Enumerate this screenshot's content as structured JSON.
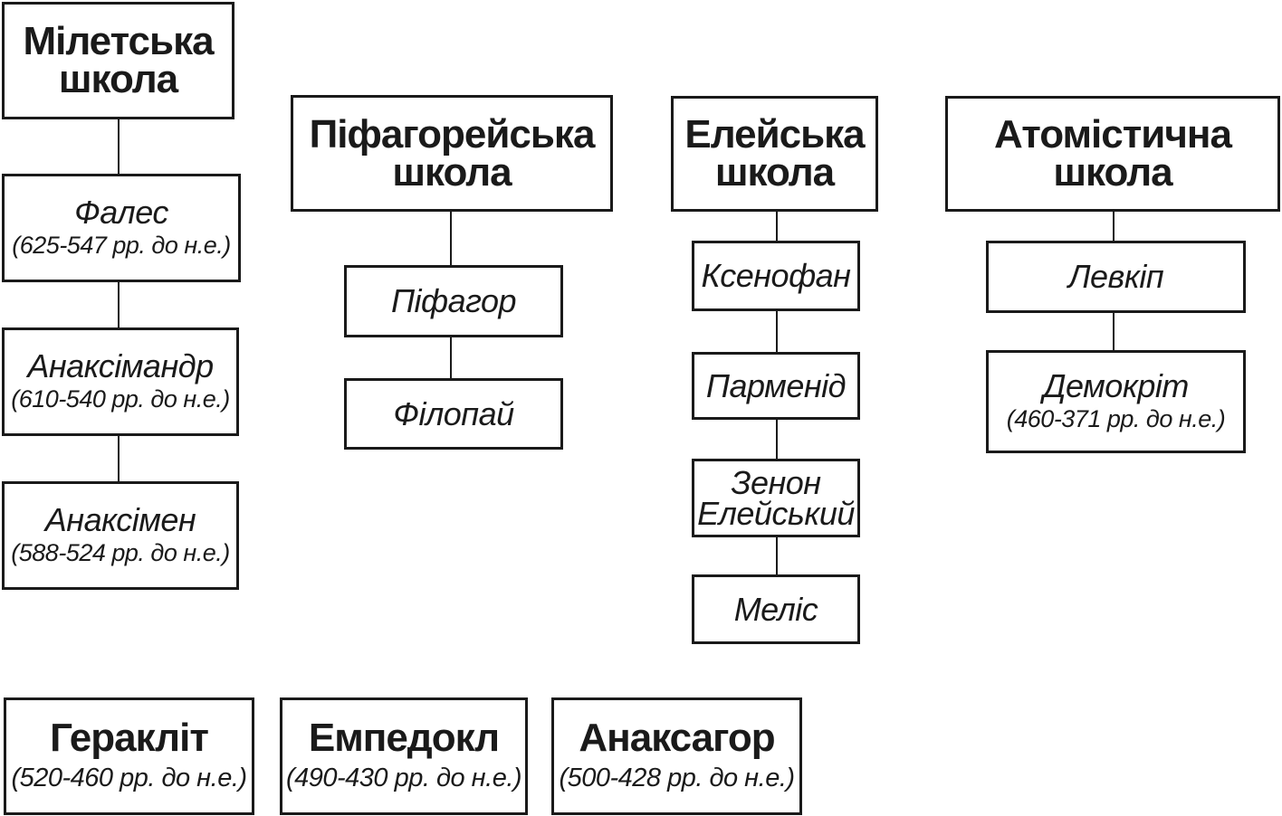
{
  "schools": {
    "miletus": {
      "title_lines": [
        "Мілетська",
        "школа"
      ],
      "members": [
        {
          "name": "Фалес",
          "dates": "(625-547 рр. до н.е.)"
        },
        {
          "name": "Анаксімандр",
          "dates": "(610-540 рр. до н.е.)"
        },
        {
          "name": "Анаксімен",
          "dates": "(588-524 рр. до н.е.)"
        }
      ]
    },
    "pythagorean": {
      "title_lines": [
        "Піфагорейська",
        "школа"
      ],
      "members": [
        {
          "name": "Піфагор"
        },
        {
          "name": "Філопай"
        }
      ]
    },
    "eleatic": {
      "title_lines": [
        "Елейська",
        "школа"
      ],
      "members": [
        {
          "name": "Ксенофан"
        },
        {
          "name": "Парменід"
        },
        {
          "name_lines": [
            "Зенон",
            "Елейський"
          ]
        },
        {
          "name": "Меліс"
        }
      ]
    },
    "atomist": {
      "title_lines": [
        "Атомістична",
        "школа"
      ],
      "members": [
        {
          "name": "Левкіп"
        },
        {
          "name": "Демокріт",
          "dates": "(460-371 рр. до н.е.)"
        }
      ]
    }
  },
  "independent": [
    {
      "name": "Геракліт",
      "dates": "(520-460 рр. до н.е.)"
    },
    {
      "name": "Емпедокл",
      "dates": "(490-430 рр. до н.е.)"
    },
    {
      "name": "Анаксагор",
      "dates": "(500-428 рр. до н.е.)"
    }
  ]
}
